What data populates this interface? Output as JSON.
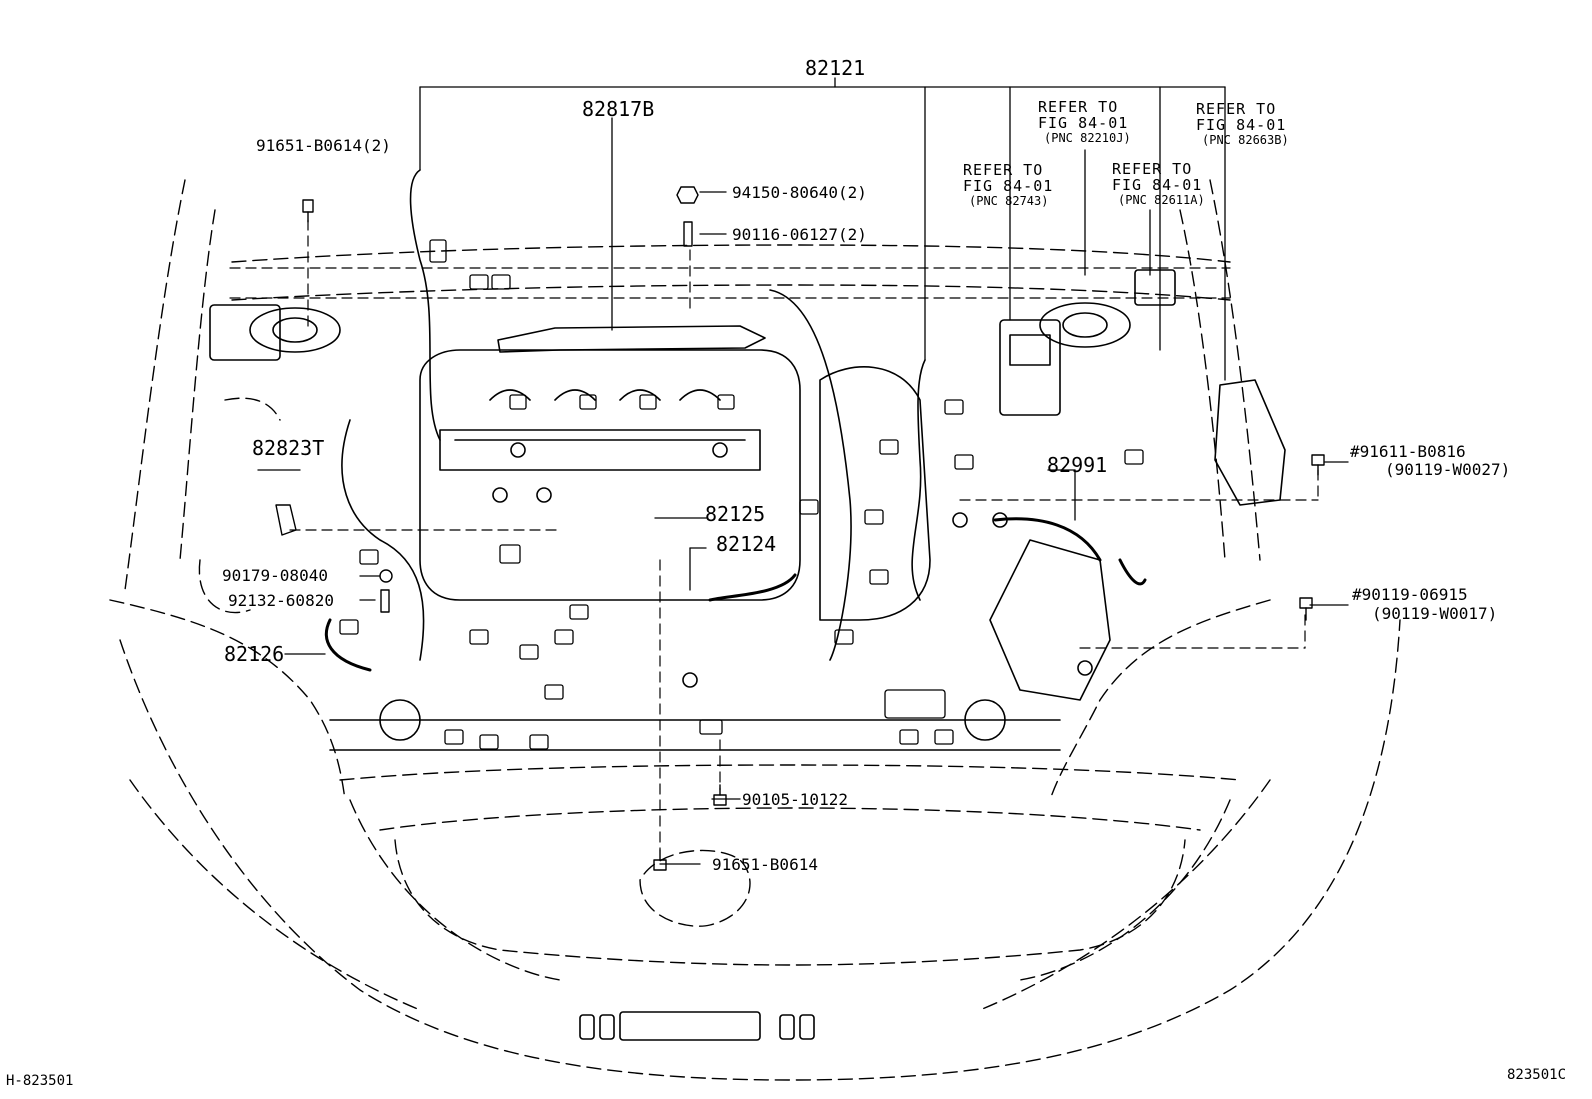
{
  "diagram_id": "H-823501",
  "diagram_code": "823501C",
  "labels": {
    "p82121": "82121",
    "p82817B": "82817B",
    "p91651_top": "91651-B0614(2)",
    "p94150": "94150-80640(2)",
    "p90116": "90116-06127(2)",
    "p82823T": "82823T",
    "p82991": "82991",
    "p82125": "82125",
    "p82124": "82124",
    "p90179": "90179-08040",
    "p92132": "92132-60820",
    "p82126": "82126",
    "p90105": "90105-10122",
    "p91651_bot": "91651-B0614",
    "p91611": "#91611-B0816",
    "p91611_alt": "(90119-W0027)",
    "p90119": "#90119-06915",
    "p90119_alt": "(90119-W0017)"
  },
  "refs": [
    {
      "l1": "REFER TO",
      "l2": "FIG 84-01",
      "l3": "(PNC 82210J)"
    },
    {
      "l1": "REFER TO",
      "l2": "FIG 84-01",
      "l3": "(PNC 82663B)"
    },
    {
      "l1": "REFER TO",
      "l2": "FIG 84-01",
      "l3": "(PNC 82743)"
    },
    {
      "l1": "REFER TO",
      "l2": "FIG 84-01",
      "l3": "(PNC 82611A)"
    }
  ]
}
